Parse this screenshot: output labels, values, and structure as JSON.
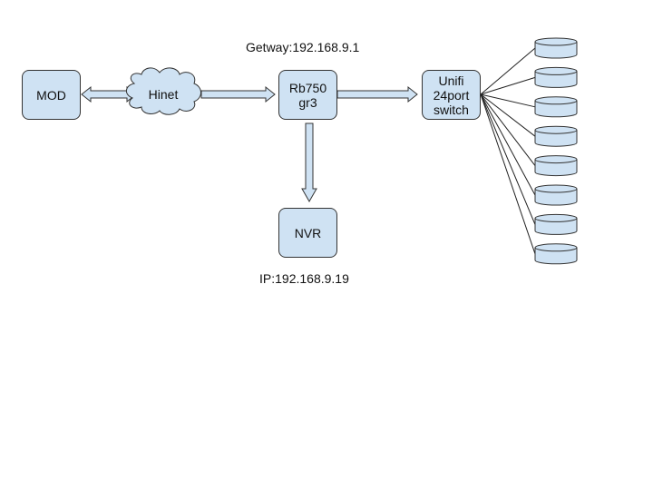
{
  "diagram": {
    "gateway_label": "Getway:192.168.9.1",
    "nvr_ip_label": "IP:192.168.9.19",
    "nodes": {
      "modem": "MOD",
      "cloud": "Hinet",
      "router_line1": "Rb750",
      "router_line2": "gr3",
      "switch_line1": "Unifi",
      "switch_line2": "24port",
      "switch_line3": "switch",
      "nvr": "NVR"
    },
    "device_count": 8,
    "colors": {
      "node_fill": "#cfe2f3",
      "stroke": "#333333"
    }
  }
}
